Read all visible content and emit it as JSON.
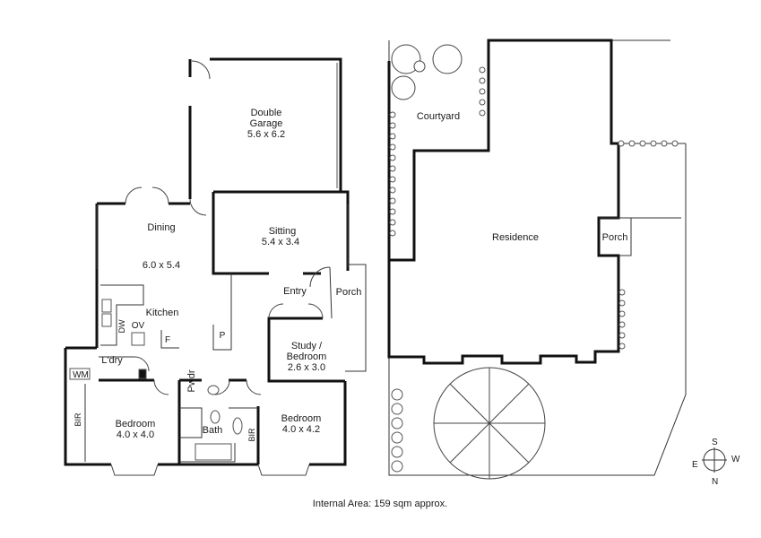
{
  "rooms": {
    "garage_name": [
      "Double",
      "Garage"
    ],
    "garage_dim": "5.6 x 6.2",
    "dining_name": "Dining",
    "dining_dim": "6.0 x 5.4",
    "sitting_name": "Sitting",
    "sitting_dim": "5.4 x 3.4",
    "kitchen": "Kitchen",
    "entry": "Entry",
    "porch": "Porch",
    "study_name": [
      "Study /",
      "Bedroom"
    ],
    "study_dim": "2.6 x 3.0",
    "ldry": "L'dry",
    "wm": "WM",
    "dw": "DW",
    "ov": "OV",
    "f": "F",
    "p": "P",
    "pwdr": "Pwdr",
    "bath": "Bath",
    "bir": "BIR",
    "bedroom_name": "Bedroom",
    "bed1_dim": "4.0 x 4.0",
    "bed2_dim": "4.0 x 4.2"
  },
  "site": {
    "courtyard": "Courtyard",
    "residence": "Residence",
    "porch": "Porch"
  },
  "compass": {
    "s": "S",
    "e": "E",
    "w": "W",
    "n": "N"
  },
  "footer": {
    "area": "Internal Area: 159 sqm approx."
  },
  "colors": {
    "wall": "#111111",
    "line": "#333333",
    "fixture": "#777777"
  }
}
